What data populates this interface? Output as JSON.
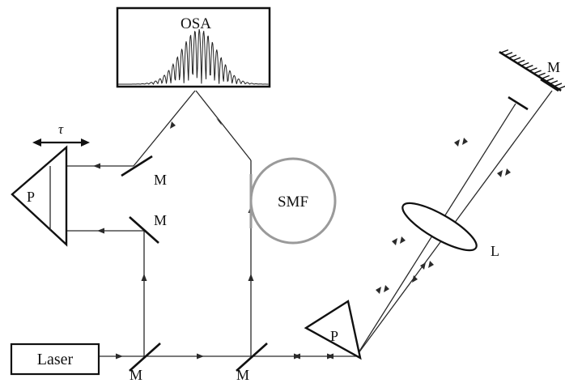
{
  "labels": {
    "osa": "OSA",
    "smf": "SMF",
    "laser": "Laser",
    "tau": "τ",
    "prism_left": "P",
    "prism_bottom": "P",
    "lens": "L",
    "mirror_top_right": "M",
    "mirror_upper_left": "M",
    "mirror_mid_left": "M",
    "mirror_bottom_left": "M",
    "mirror_bottom_mid": "M"
  },
  "colors": {
    "line": "#2a2a2a",
    "fiber": "#9a9a9a",
    "text": "#111111"
  }
}
